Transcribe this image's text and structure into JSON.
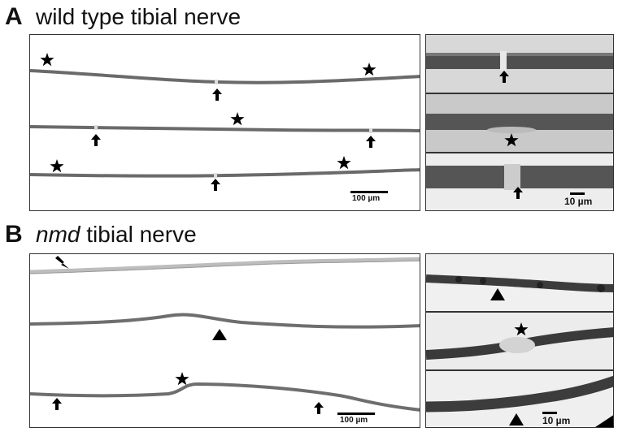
{
  "panel_a": {
    "letter": "A",
    "title": "wild type tibial nerve",
    "scalebar_main": "100 µm",
    "scalebar_inset": "10 µm"
  },
  "panel_b": {
    "letter": "B",
    "title_italic": "nmd",
    "title_rest": " tibial nerve",
    "scalebar_main": "100 µm",
    "scalebar_inset": "10 µm"
  },
  "colors": {
    "fiber_wt": "#6f6f6f",
    "fiber_nmd_pale": "#b8b8b8",
    "fiber_nmd": "#707070",
    "tile_bg": "#cfcfcf"
  }
}
